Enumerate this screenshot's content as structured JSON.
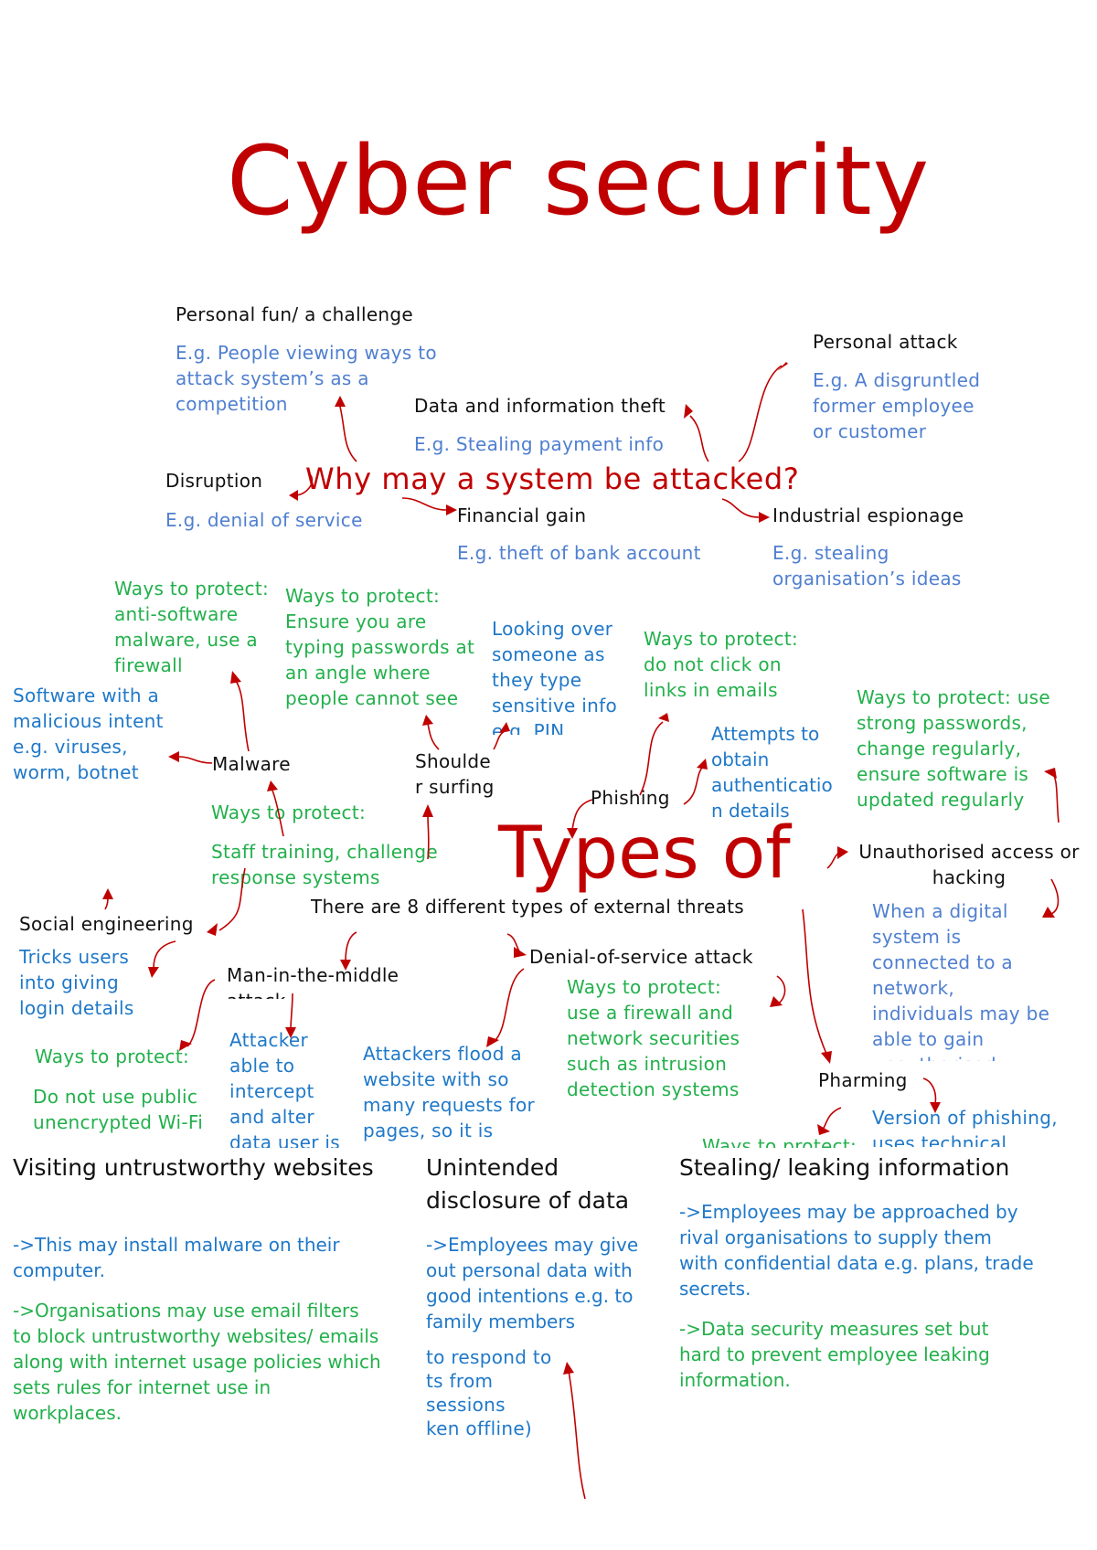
{
  "title": "Cyber security",
  "why": {
    "heading": "Why may a system be attacked?",
    "personal_fun": "Personal fun/ a challenge",
    "personal_fun_eg": "E.g. People viewing ways to\nattack system’s as a\ncompetition",
    "personal_attack": "Personal attack",
    "personal_attack_eg": "E.g. A disgruntled\nformer employee\nor customer",
    "data_theft": "Data and information theft",
    "data_theft_eg": "E.g. Stealing payment info",
    "disruption": "Disruption",
    "disruption_eg": "E.g. denial of service",
    "financial": "Financial gain",
    "financial_eg": "E.g. theft of bank account",
    "espionage": "Industrial espionage",
    "espionage_eg": "E.g. stealing\norganisation’s ideas"
  },
  "types": {
    "heading": "Types of",
    "subheading": "There are 8 different types of external threats",
    "malware": "Malware",
    "malware_desc": "Software with a\nmalicious intent\ne.g. viruses,\nworm, botnet",
    "malware_protect": "Ways to protect:\nanti-software\nmalware, use a\nfirewall",
    "shoulder": "Shoulde\nr surfing",
    "shoulder_protect": "Ways to protect:\nEnsure you  are\ntyping passwords at\nan angle where\npeople cannot see",
    "shoulder_desc": "Looking over\nsomeone as\nthey type\nsensitive info\ne.g. PIN",
    "phishing": "Phishing",
    "phishing_protect": "Ways to protect:\ndo not click on\nlinks in emails",
    "phishing_desc": "Attempts to\nobtain\nauthenticatio\nn details",
    "unauth": "Unauthorised access or\nhacking",
    "unauth_protect": "Ways to protect: use\nstrong passwords,\nchange regularly,\nensure software is\nupdated regularly",
    "unauth_desc": "When a digital\nsystem is\nconnected to a\nnetwork,\nindividuals may be\nable to gain\nunauthorised",
    "social": "Social engineering",
    "social_desc": "Tricks users\ninto giving\nlogin details",
    "social_protect_label": "Ways to protect:",
    "social_protect": "Staff training, challenge\nresponse systems",
    "mitm": "Man-in-the-middle\nattack",
    "mitm_desc": "Attacker\nable to\nintercept\nand alter\ndata user is",
    "mitm_protect_label": "Ways to protect:",
    "mitm_protect": "Do not use public\nunencrypted Wi-Fi",
    "dos": "Denial-of-service attack",
    "dos_protect": "Ways to protect:\nuse a firewall  and\nnetwork securities\nsuch as intrusion\ndetection systems",
    "dos_desc": "Attackers flood a\nwebsite with so\nmany requests for\npages, so it is\nunable",
    "dos_overflow": "to respond to\nts from\nsessions\nken offline)",
    "pharming": "Pharming",
    "pharming_desc": "Version of phishing,\nuses technical",
    "pharming_protect": "Ways to protect:"
  },
  "internal": {
    "visiting": {
      "heading": "Visiting untrustworthy websites",
      "point1": "->This may install malware on their\ncomputer.",
      "point2": "->Organisations may use email filters\nto block untrustworthy websites/ emails\nalong with internet usage policies which\nsets rules for internet use in\nworkplaces."
    },
    "unintended": {
      "heading": "Unintended\ndisclosure of data",
      "point1": "->Employees may give\nout personal data with\ngood intentions e.g. to\nfamily members"
    },
    "stealing": {
      "heading": "Stealing/ leaking information",
      "point1": "->Employees may be approached by\nrival organisations to supply them\nwith confidential data e.g. plans, trade\nsecrets.",
      "point2": "->Data security measures set but\nhard to prevent employee leaking\ninformation."
    }
  },
  "colors": {
    "accent_red": "#c00000",
    "example_blue": "#4f7fd0",
    "desc_blue": "#1f78c8",
    "protect_green": "#22b04b"
  }
}
